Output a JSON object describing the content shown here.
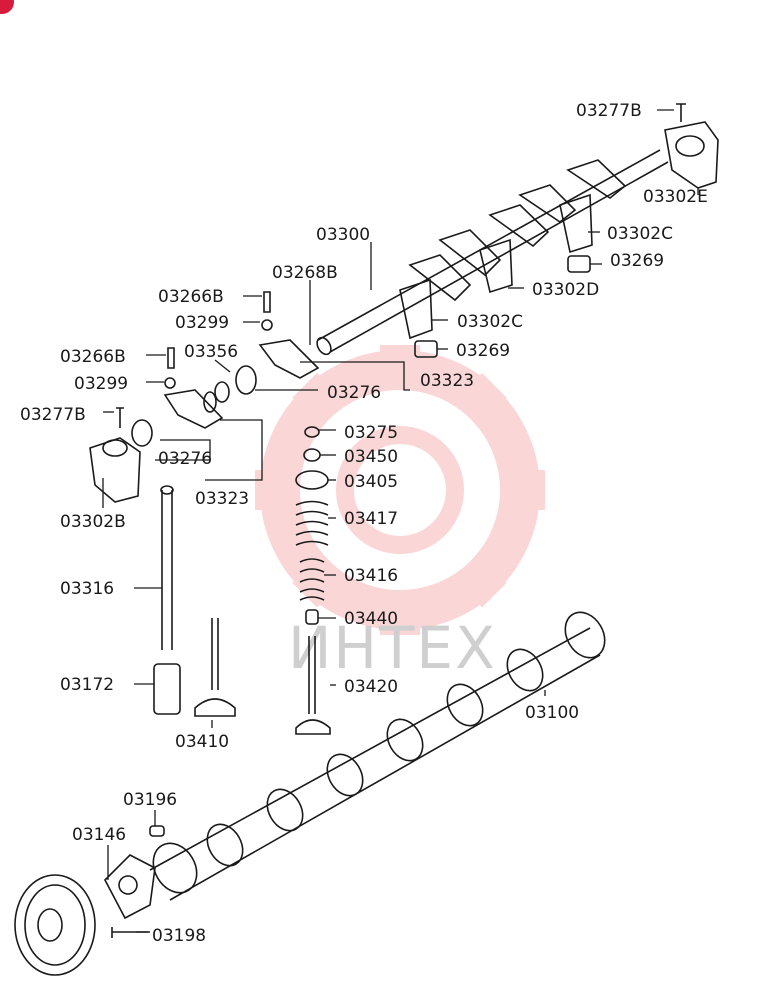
{
  "diagram": {
    "parts": [
      {
        "id": "p03277b_top",
        "label": "03277B"
      },
      {
        "id": "p03302e",
        "label": "03302E"
      },
      {
        "id": "p03302c_top",
        "label": "03302C"
      },
      {
        "id": "p03300",
        "label": "03300"
      },
      {
        "id": "p03268b",
        "label": "03268B"
      },
      {
        "id": "p03269_top",
        "label": "03269"
      },
      {
        "id": "p03302d",
        "label": "03302D"
      },
      {
        "id": "p03266b_top",
        "label": "03266B"
      },
      {
        "id": "p03299_top",
        "label": "03299"
      },
      {
        "id": "p03302c_mid",
        "label": "03302C"
      },
      {
        "id": "p03266b_left",
        "label": "03266B"
      },
      {
        "id": "p03356",
        "label": "03356"
      },
      {
        "id": "p03269_mid",
        "label": "03269"
      },
      {
        "id": "p03299_left",
        "label": "03299"
      },
      {
        "id": "p03323_right",
        "label": "03323"
      },
      {
        "id": "p03276_right",
        "label": "03276"
      },
      {
        "id": "p03277b_left",
        "label": "03277B"
      },
      {
        "id": "p03275",
        "label": "03275"
      },
      {
        "id": "p03276_left",
        "label": "03276"
      },
      {
        "id": "p03450",
        "label": "03450"
      },
      {
        "id": "p03405",
        "label": "03405"
      },
      {
        "id": "p03323_left",
        "label": "03323"
      },
      {
        "id": "p03302b",
        "label": "03302B"
      },
      {
        "id": "p03417",
        "label": "03417"
      },
      {
        "id": "p03416",
        "label": "03416"
      },
      {
        "id": "p03316",
        "label": "03316"
      },
      {
        "id": "p03440",
        "label": "03440"
      },
      {
        "id": "p03172",
        "label": "03172"
      },
      {
        "id": "p03420",
        "label": "03420"
      },
      {
        "id": "p03100",
        "label": "03100"
      },
      {
        "id": "p03410",
        "label": "03410"
      },
      {
        "id": "p03196",
        "label": "03196"
      },
      {
        "id": "p03146",
        "label": "03146"
      },
      {
        "id": "p03198",
        "label": "03198"
      }
    ],
    "watermark": "ИНТЕХ",
    "colors": {
      "line": "#1a1a1a",
      "watermark": "#f5a5a5",
      "badge": "#d81b3c"
    }
  }
}
